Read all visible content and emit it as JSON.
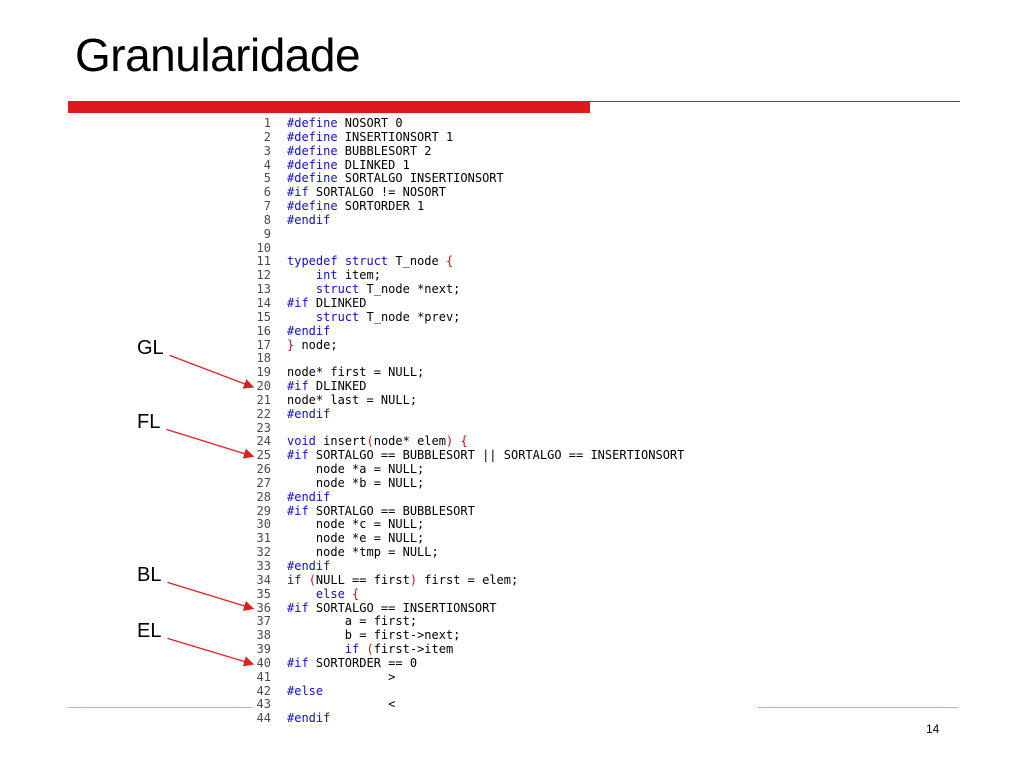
{
  "slide": {
    "title": "Granularidade",
    "page_number": "14"
  },
  "accent_color": "#d9191c",
  "code_lines": [
    [
      {
        "t": "#define",
        "c": "kw"
      },
      {
        "t": " NOSORT 0"
      }
    ],
    [
      {
        "t": "#define",
        "c": "kw"
      },
      {
        "t": " INSERTIONSORT 1"
      }
    ],
    [
      {
        "t": "#define",
        "c": "kw"
      },
      {
        "t": " BUBBLESORT 2"
      }
    ],
    [
      {
        "t": "#define",
        "c": "kw"
      },
      {
        "t": " DLINKED 1"
      }
    ],
    [
      {
        "t": "#define",
        "c": "kw"
      },
      {
        "t": " SORTALGO INSERTIONSORT"
      }
    ],
    [
      {
        "t": "#if",
        "c": "kw"
      },
      {
        "t": " SORTALGO != NOSORT"
      }
    ],
    [
      {
        "t": "#define",
        "c": "kw"
      },
      {
        "t": " SORTORDER 1"
      }
    ],
    [
      {
        "t": "#endif",
        "c": "kw"
      }
    ],
    [],
    [],
    [
      {
        "t": "typedef",
        "c": "kw"
      },
      {
        "t": " "
      },
      {
        "t": "struct",
        "c": "kw"
      },
      {
        "t": " T_node "
      },
      {
        "t": "{",
        "c": "br"
      }
    ],
    [
      {
        "t": "    "
      },
      {
        "t": "int",
        "c": "kw"
      },
      {
        "t": " item;"
      }
    ],
    [
      {
        "t": "    "
      },
      {
        "t": "struct",
        "c": "kw"
      },
      {
        "t": " T_node *next;"
      }
    ],
    [
      {
        "t": "#if",
        "c": "kw"
      },
      {
        "t": " DLINKED"
      }
    ],
    [
      {
        "t": "    "
      },
      {
        "t": "struct",
        "c": "kw"
      },
      {
        "t": " T_node *prev;"
      }
    ],
    [
      {
        "t": "#endif",
        "c": "kw"
      }
    ],
    [
      {
        "t": "}",
        "c": "br"
      },
      {
        "t": " node;"
      }
    ],
    [],
    [
      {
        "t": "node* first = NULL;"
      }
    ],
    [
      {
        "t": "#if",
        "c": "kw"
      },
      {
        "t": " DLINKED"
      }
    ],
    [
      {
        "t": "node* last = NULL;"
      }
    ],
    [
      {
        "t": "#endif",
        "c": "kw"
      }
    ],
    [],
    [
      {
        "t": "void",
        "c": "kw"
      },
      {
        "t": " insert"
      },
      {
        "t": "(",
        "c": "br"
      },
      {
        "t": "node* elem"
      },
      {
        "t": ")",
        "c": "br"
      },
      {
        "t": " "
      },
      {
        "t": "{",
        "c": "br"
      }
    ],
    [
      {
        "t": "#if",
        "c": "kw"
      },
      {
        "t": " SORTALGO == BUBBLESORT || SORTALGO == INSERTIONSORT"
      }
    ],
    [
      {
        "t": "    node *a = NULL;"
      }
    ],
    [
      {
        "t": "    node *b = NULL;"
      }
    ],
    [
      {
        "t": "#endif",
        "c": "kw"
      }
    ],
    [
      {
        "t": "#if",
        "c": "kw"
      },
      {
        "t": " SORTALGO == BUBBLESORT"
      }
    ],
    [
      {
        "t": "    node *c = NULL;"
      }
    ],
    [
      {
        "t": "    node *e = NULL;"
      }
    ],
    [
      {
        "t": "    node *tmp = NULL;"
      }
    ],
    [
      {
        "t": "#endif",
        "c": "kw"
      }
    ],
    [
      {
        "t": "if",
        "c": "kw"
      },
      {
        "t": " "
      },
      {
        "t": "(",
        "c": "br"
      },
      {
        "t": "NULL == first"
      },
      {
        "t": ")",
        "c": "br"
      },
      {
        "t": " first = elem;"
      }
    ],
    [
      {
        "t": "    "
      },
      {
        "t": "else",
        "c": "kw"
      },
      {
        "t": " "
      },
      {
        "t": "{",
        "c": "br"
      }
    ],
    [
      {
        "t": "#if",
        "c": "kw"
      },
      {
        "t": " SORTALGO == INSERTIONSORT"
      }
    ],
    [
      {
        "t": "        a = first;"
      }
    ],
    [
      {
        "t": "        b = first->next;"
      }
    ],
    [
      {
        "t": "        "
      },
      {
        "t": "if",
        "c": "kw"
      },
      {
        "t": " "
      },
      {
        "t": "(",
        "c": "br"
      },
      {
        "t": "first->item"
      }
    ],
    [
      {
        "t": "#if",
        "c": "kw"
      },
      {
        "t": " SORTORDER == 0"
      }
    ],
    [
      {
        "t": "              >"
      }
    ],
    [
      {
        "t": "#else",
        "c": "kw"
      }
    ],
    [
      {
        "t": "              <"
      }
    ],
    [
      {
        "t": "#endif",
        "c": "kw"
      }
    ]
  ],
  "annotations": [
    {
      "label": "GL",
      "target_line": 20
    },
    {
      "label": "FL",
      "target_line": 25
    },
    {
      "label": "BL",
      "target_line": 36
    },
    {
      "label": "EL",
      "target_line": 40
    }
  ]
}
